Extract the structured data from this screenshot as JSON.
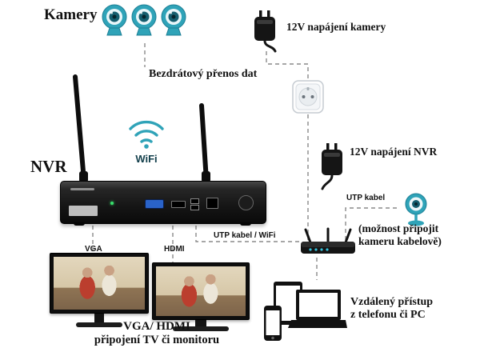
{
  "diagram": {
    "cameras": {
      "label": "Kamery"
    },
    "camera_power": {
      "label": "12V napájení kamery"
    },
    "wireless": {
      "label": "Bezdrátový přenos dat"
    },
    "nvr": {
      "label": "NVR"
    },
    "wifi": {
      "label": "WiFi"
    },
    "nvr_power": {
      "label": "12V napájení NVR"
    },
    "utp": {
      "label": "UTP kabel"
    },
    "utp_wifi": {
      "label": "UTP kabel / WiFi"
    },
    "vga": {
      "label": "VGA"
    },
    "hdmi": {
      "label": "HDMI"
    },
    "wired_camera": {
      "line1": "(možnost připojit",
      "line2": "kameru kabelově)"
    },
    "tv": {
      "line1": "VGA/ HDMI",
      "line2": "připojení TV či monitoru"
    },
    "remote": {
      "line1": "Vzdálený přístup",
      "line2": "z telefonu či PC"
    }
  },
  "colors": {
    "camera_teal": "#2fa3b8",
    "camera_lens": "#155e6e",
    "wifi_teal": "#2fa3b8",
    "device_black": "#141414",
    "vga_port_blue": "#2a63c9",
    "connector_gray": "#8a8a8a",
    "text": "#111111"
  },
  "icons": {
    "cameras": [
      "camera-icon",
      "camera-icon",
      "camera-icon"
    ],
    "camera_power_adapter": "power-adapter-icon",
    "wall_socket": "wall-socket-icon",
    "wifi": "wifi-icon",
    "nvr": "nvr-device",
    "nvr_power_adapter": "power-adapter-icon",
    "wired_camera": "camera-icon",
    "router": "router-icon",
    "monitor": "monitor-icon",
    "tv": "tv-icon",
    "devices": [
      "laptop-icon",
      "tablet-icon",
      "phone-icon"
    ]
  }
}
